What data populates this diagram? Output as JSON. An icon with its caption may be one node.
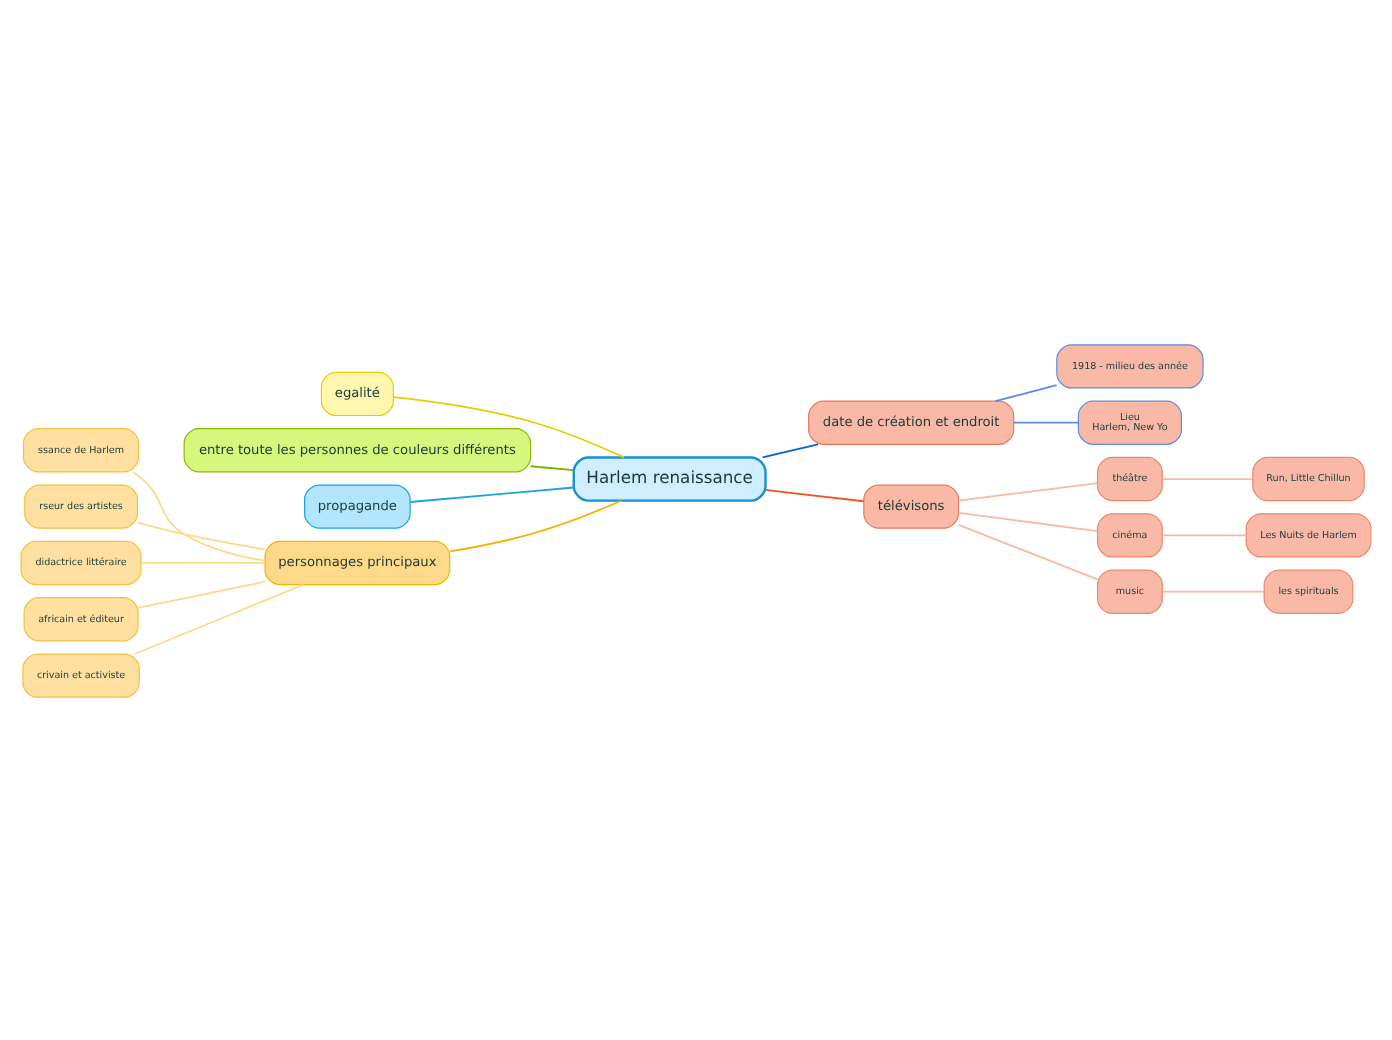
{
  "diagram": {
    "nodes": [
      {
        "text": [
          "Harlem renaissance"
        ]
      },
      {
        "text": [
          "egalité"
        ]
      },
      {
        "text": [
          "entre toute les personnes de couleurs différents"
        ]
      },
      {
        "text": [
          "propagande"
        ]
      },
      {
        "text": [
          "personnages principaux"
        ]
      },
      {
        "text": [
          "ssance de Harlem"
        ]
      },
      {
        "text": [
          "rseur des artistes"
        ]
      },
      {
        "text": [
          "didactrice littéraire"
        ]
      },
      {
        "text": [
          "africain et éditeur"
        ]
      },
      {
        "text": [
          "crivain et activiste"
        ]
      },
      {
        "text": [
          "date de création et endroit"
        ]
      },
      {
        "text": [
          "1918 - milieu des année"
        ]
      },
      {
        "text": [
          "Lieu",
          "Harlem, New Yo"
        ]
      },
      {
        "text": [
          "télévisons"
        ]
      },
      {
        "text": [
          "théâtre"
        ]
      },
      {
        "text": [
          "Run, Little Chillun"
        ]
      },
      {
        "text": [
          "cinéma"
        ]
      },
      {
        "text": [
          "Les Nuits de Harlem"
        ]
      },
      {
        "text": [
          "music"
        ]
      },
      {
        "text": [
          "les spirituals"
        ]
      }
    ],
    "edges": [
      {
        "from": 1,
        "to": 0,
        "arrow": "none",
        "color": "#e8cc00"
      },
      {
        "from": 2,
        "to": 0,
        "arrow": "none",
        "color": "#7fb000"
      },
      {
        "from": 3,
        "to": 0,
        "arrow": "none",
        "color": "#1aa3e0"
      },
      {
        "from": 4,
        "to": 0,
        "arrow": "none",
        "color": "#f5b400"
      },
      {
        "from": 5,
        "to": 4,
        "arrow": "none",
        "color": "#ffd98a"
      },
      {
        "from": 6,
        "to": 4,
        "arrow": "none",
        "color": "#ffd98a"
      },
      {
        "from": 7,
        "to": 4,
        "arrow": "none",
        "color": "#ffd98a"
      },
      {
        "from": 8,
        "to": 4,
        "arrow": "none",
        "color": "#ffd98a"
      },
      {
        "from": 9,
        "to": 4,
        "arrow": "none",
        "color": "#ffd98a"
      },
      {
        "from": 0,
        "to": 10,
        "arrow": "none",
        "color": "#0b5ed7"
      },
      {
        "from": 10,
        "to": 11,
        "arrow": "none",
        "color": "#5b8ede"
      },
      {
        "from": 10,
        "to": 12,
        "arrow": "none",
        "color": "#5b8ede"
      },
      {
        "from": 0,
        "to": 13,
        "arrow": "none",
        "color": "#f0522a"
      },
      {
        "from": 13,
        "to": 14,
        "arrow": "none",
        "color": "#f9b9a6"
      },
      {
        "from": 14,
        "to": 15,
        "arrow": "none",
        "color": "#f9b9a6"
      },
      {
        "from": 13,
        "to": 16,
        "arrow": "none",
        "color": "#f9b9a6"
      },
      {
        "from": 16,
        "to": 17,
        "arrow": "none",
        "color": "#f9b9a6"
      },
      {
        "from": 13,
        "to": 18,
        "arrow": "none",
        "color": "#f9b9a6"
      },
      {
        "from": 18,
        "to": 19,
        "arrow": "none",
        "color": "#f9b9a6"
      }
    ]
  }
}
